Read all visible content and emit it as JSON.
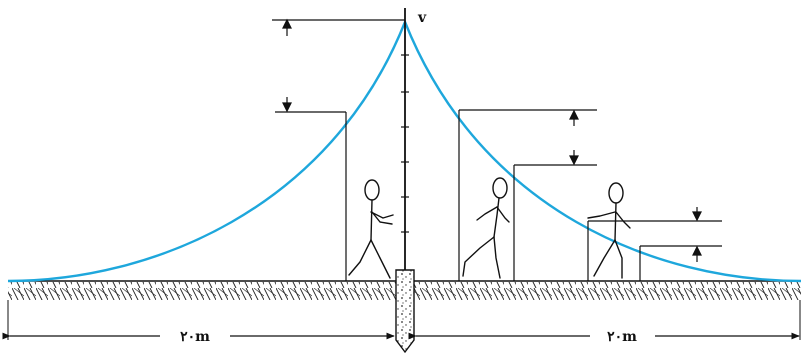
{
  "diagram": {
    "top_label": "v",
    "left_distance_label": "۲۰m",
    "right_distance_label": "۲۰m",
    "curve_color": "#1ea7dc",
    "line_color": "#111111"
  }
}
